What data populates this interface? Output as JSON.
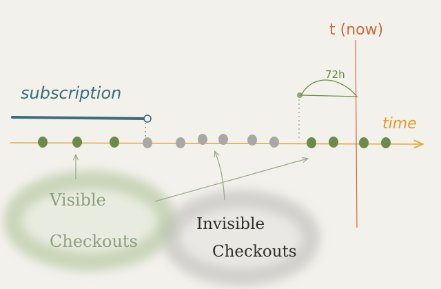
{
  "labels": {
    "subscription": "subscription",
    "now": "t (now)",
    "duration": "72h",
    "time": "time",
    "visible_line1": "Visible",
    "visible_line2": "Checkouts",
    "invisible_line1": "Invisible",
    "invisible_line2": "Checkouts"
  },
  "colors": {
    "background": "#f3f1ec",
    "timeline": "#e8a83a",
    "now_line": "#d0683a",
    "subscription_bar": "#3a6d77",
    "visible_dot": "#6c8b4a",
    "invisible_dot": "#a8a8a4",
    "arrows": "#9aab8d"
  },
  "checkouts": [
    {
      "state": "visible"
    },
    {
      "state": "visible"
    },
    {
      "state": "visible"
    },
    {
      "state": "invisible"
    },
    {
      "state": "invisible"
    },
    {
      "state": "invisible"
    },
    {
      "state": "invisible"
    },
    {
      "state": "invisible"
    },
    {
      "state": "invisible"
    },
    {
      "state": "visible"
    },
    {
      "state": "visible"
    },
    {
      "state": "visible"
    },
    {
      "state": "visible"
    }
  ]
}
